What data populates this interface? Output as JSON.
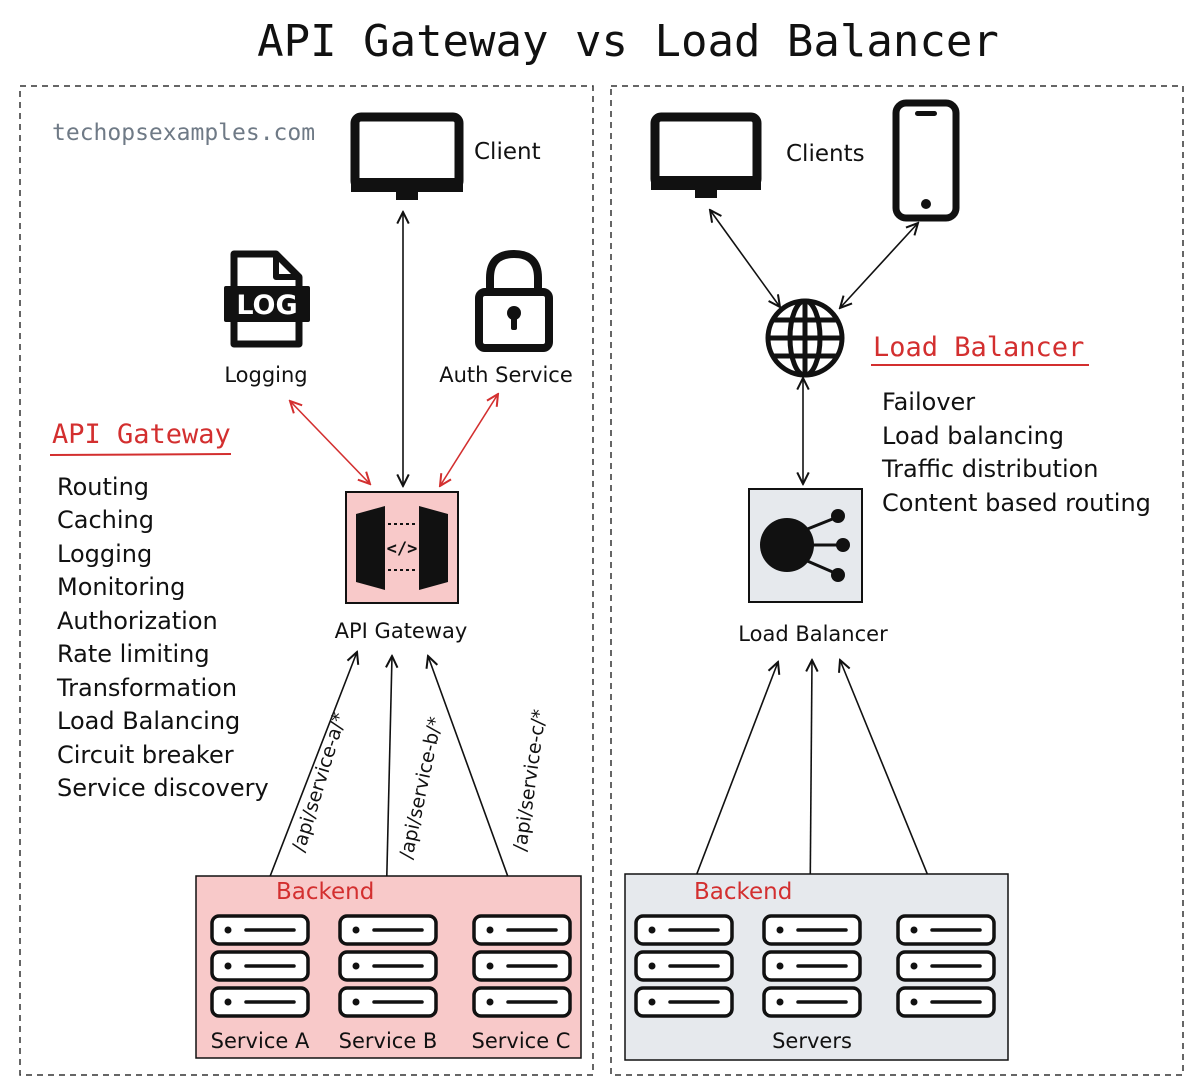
{
  "title": "API Gateway vs Load Balancer",
  "watermark": "techopsexamples.com",
  "left": {
    "client_label": "Client",
    "logging_label": "Logging",
    "log_icon_text": "LOG",
    "auth_label": "Auth Service",
    "section_heading": "API Gateway",
    "features": [
      "Routing",
      "Caching",
      "Logging",
      "Monitoring",
      "Authorization",
      "Rate limiting",
      "Transformation",
      "Load Balancing",
      "Circuit breaker",
      "Service discovery"
    ],
    "gateway_label": "API Gateway",
    "gateway_icon_text": "</>",
    "routes": [
      "/api/service-a/*",
      "/api/service-b/*",
      "/api/service-c/*"
    ],
    "backend_label": "Backend",
    "services": [
      "Service A",
      "Service B",
      "Service C"
    ]
  },
  "right": {
    "clients_label": "Clients",
    "section_heading": "Load Balancer",
    "features": [
      "Failover",
      "Load balancing",
      "Traffic distribution",
      "Content based routing"
    ],
    "lb_label": "Load Balancer",
    "backend_label": "Backend",
    "servers_label": "Servers"
  },
  "colors": {
    "accent_red": "#d32f2f",
    "gateway_fill": "#f8c9c9",
    "backend_left_fill": "#f8c9c9",
    "backend_right_fill": "#e6e9ed",
    "lb_fill": "#e6e9ed",
    "watermark": "#6f7a86"
  }
}
